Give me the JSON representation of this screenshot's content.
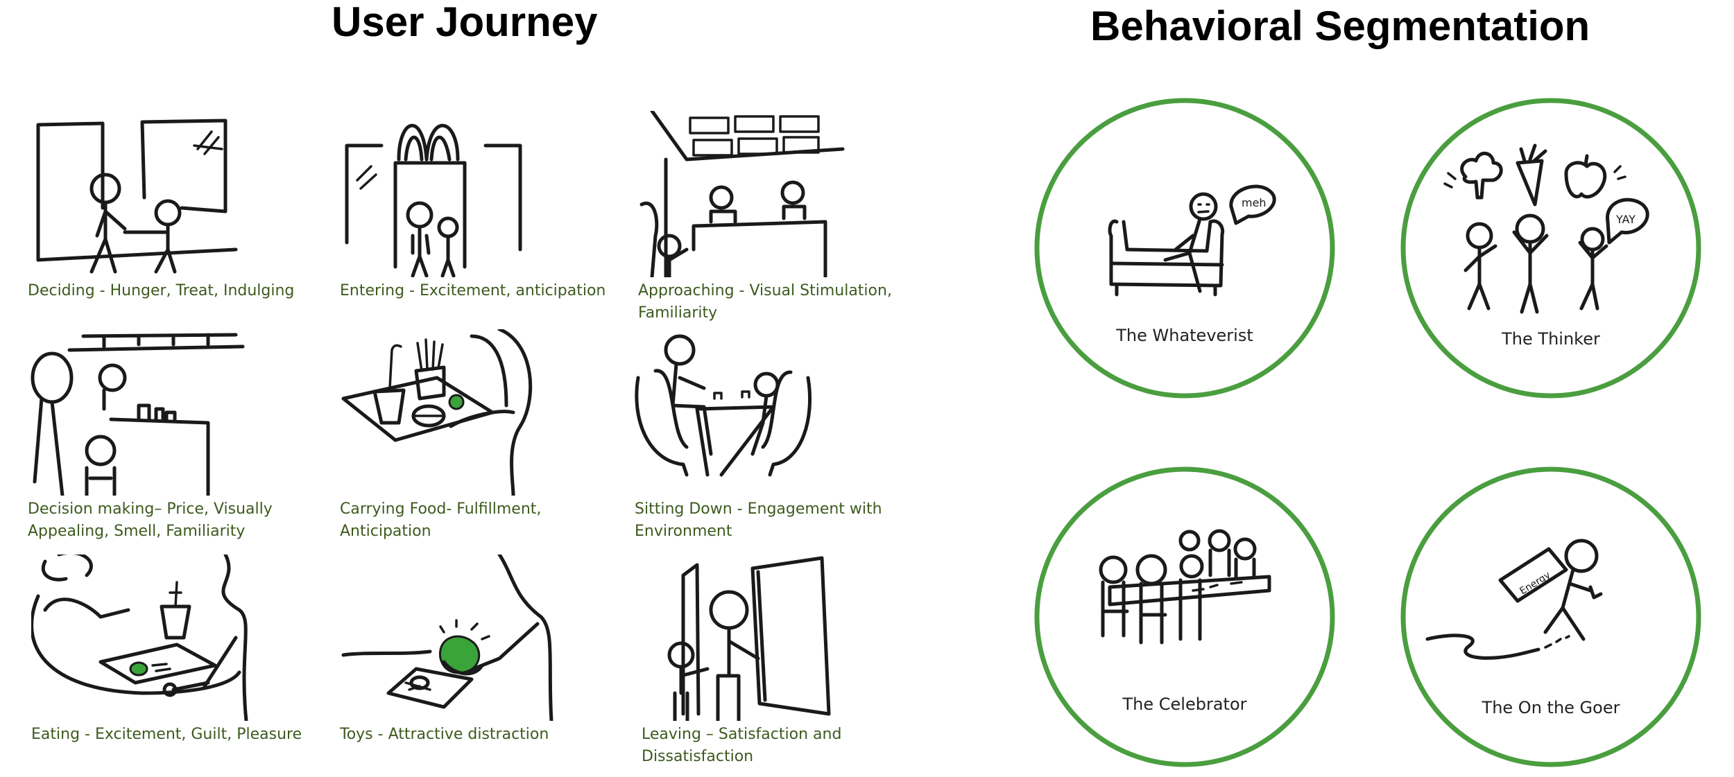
{
  "left_title": "User Journey",
  "right_title": "Behavioral Segmentation",
  "journey": [
    {
      "caption": "Deciding - Hunger, Treat, Indulging",
      "icon": "family-walking-storefront-icon"
    },
    {
      "caption": "Entering - Excitement, anticipation",
      "icon": "entering-arches-doorway-icon"
    },
    {
      "caption": "Approaching - Visual Stimulation,\nFamiliarity",
      "icon": "counter-menu-boards-icon"
    },
    {
      "caption": "Decision making– Price, Visually\nAppealing, Smell, Familiarity",
      "icon": "ordering-at-counter-icon"
    },
    {
      "caption": "Carrying Food- Fulfillment,\nAnticipation",
      "icon": "food-tray-icon"
    },
    {
      "caption": "Sitting Down - Engagement with\nEnvironment",
      "icon": "booth-seating-icon"
    },
    {
      "caption": "Eating - Excitement, Guilt,  Pleasure",
      "icon": "eating-table-icon"
    },
    {
      "caption": "Toys - Attractive distraction",
      "icon": "toy-hand-icon"
    },
    {
      "caption": "Leaving – Satisfaction and Dissatisfaction",
      "icon": "leaving-door-icon"
    }
  ],
  "segments": [
    {
      "label": "The Whateverist",
      "bubble": "meh",
      "icon": "couch-person-meh-icon"
    },
    {
      "label": "The  Thinker",
      "bubble": "YAY",
      "icon": "healthy-food-people-icon"
    },
    {
      "label": "The Celebrator",
      "icon": "party-table-icon"
    },
    {
      "label": "The On the Goer",
      "bubble": "Energy",
      "icon": "running-backpack-icon"
    }
  ],
  "colors": {
    "circle": "#4a9e3f",
    "caption": "#3d5a1e",
    "accent_green": "#3aa33a"
  }
}
